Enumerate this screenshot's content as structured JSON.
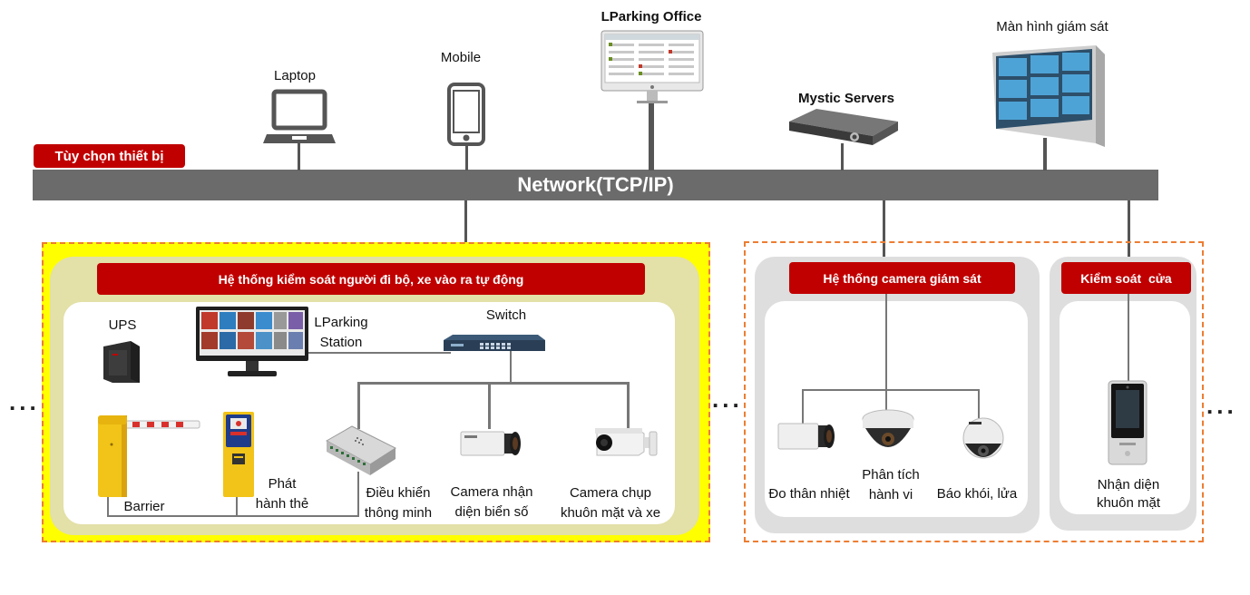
{
  "network": {
    "label": "Network(TCP/IP)"
  },
  "device_options": {
    "label": "Tùy chọn thiết bị"
  },
  "top_devices": {
    "laptop": "Laptop",
    "mobile": "Mobile",
    "office": "LParking Office",
    "servers": "Mystic Servers",
    "monitor": "Màn hình giám sát"
  },
  "section_pedestrian": {
    "title": "Hệ thống kiểm soát người đi bộ, xe vào ra tự động",
    "ups": "UPS",
    "station_line1": "LParking",
    "station_line2": "Station",
    "switch": "Switch",
    "barrier": "Barrier",
    "ticket_line1": "Phát",
    "ticket_line2": "hành thẻ",
    "controller_line1": "Điều khiển",
    "controller_line2": "thông minh",
    "lpr_line1": "Camera nhận",
    "lpr_line2": "diện biển số",
    "face_cam_line1": "Camera chụp",
    "face_cam_line2": "khuôn mặt và xe"
  },
  "section_camera": {
    "title": "Hệ thống camera giám sát",
    "thermal": "Đo thân nhiệt",
    "behavior_line1": "Phân tích",
    "behavior_line2": "hành vi",
    "smoke": "Báo khói, lửa"
  },
  "section_door": {
    "title": "Kiểm soát  cửa",
    "face_line1": "Nhận diện",
    "face_line2": "khuôn mặt"
  },
  "ellipsis": "...",
  "colors": {
    "accent_red": "#c00000",
    "network_bar": "#6b6b6b",
    "highlight_yellow": "#ffff00",
    "dashed_orange": "#ed7d31",
    "panel_khaki": "#e3e0a8",
    "panel_gray": "#dedede"
  }
}
